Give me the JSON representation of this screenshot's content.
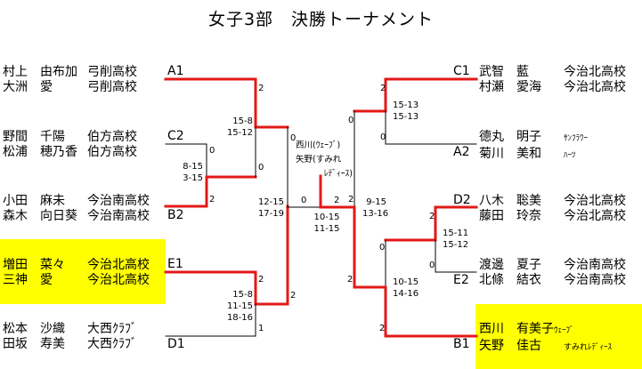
{
  "title": "女子3部　決勝トーナメント",
  "colors": {
    "winner_line": "#e31818",
    "loser_line": "#000000",
    "highlight": "#ffff00"
  },
  "left": [
    {
      "seed": "A1",
      "players": [
        {
          "family": "村上",
          "given": "由布加",
          "team": "弓削高校"
        },
        {
          "family": "大洲",
          "given": "愛",
          "team": "弓削高校"
        }
      ]
    },
    {
      "seed": "C2",
      "players": [
        {
          "family": "野間",
          "given": "千陽",
          "team": "伯方高校"
        },
        {
          "family": "松浦",
          "given": "穂乃香",
          "team": "伯方高校"
        }
      ]
    },
    {
      "seed": "B2",
      "players": [
        {
          "family": "小田",
          "given": "麻未",
          "team": "今治南高校"
        },
        {
          "family": "森木",
          "given": "向日葵",
          "team": "今治南高校"
        }
      ]
    },
    {
      "seed": "E1",
      "players": [
        {
          "family": "増田",
          "given": "菜々",
          "team": "今治北高校"
        },
        {
          "family": "三神",
          "given": "愛",
          "team": "今治北高校"
        }
      ]
    },
    {
      "seed": "D1",
      "players": [
        {
          "family": "松本",
          "given": "沙織",
          "team": "大西ｸﾗﾌﾞ"
        },
        {
          "family": "田坂",
          "given": "寿美",
          "team": "大西ｸﾗﾌﾞ"
        }
      ]
    }
  ],
  "right": [
    {
      "seed": "C1",
      "players": [
        {
          "family": "武智",
          "given": "藍",
          "team": "今治北高校"
        },
        {
          "family": "村瀬",
          "given": "愛海",
          "team": "今治北高校"
        }
      ]
    },
    {
      "seed": "A2",
      "players": [
        {
          "family": "德丸",
          "given": "明子",
          "team": "ｻﾝﾌﾗﾜｰ"
        },
        {
          "family": "菊川",
          "given": "美和",
          "team": "ﾊｰﾂ"
        }
      ]
    },
    {
      "seed": "D2",
      "players": [
        {
          "family": "八木",
          "given": "聡美",
          "team": "今治北高校"
        },
        {
          "family": "藤田",
          "given": "玲奈",
          "team": "今治北高校"
        }
      ]
    },
    {
      "seed": "E2",
      "players": [
        {
          "family": "渡邊",
          "given": "夏子",
          "team": "今治南高校"
        },
        {
          "family": "北條",
          "given": "結衣",
          "team": "今治南高校"
        }
      ]
    },
    {
      "seed": "B1",
      "players": [
        {
          "family": "西川",
          "given": "有美子",
          "team": "ｳｪｰﾌﾞ"
        },
        {
          "family": "矢野",
          "given": "佳古",
          "team": "すみれﾚﾃﾞｨｰｽ"
        }
      ]
    }
  ],
  "matches": {
    "c2_b2": {
      "top_pts": "0",
      "bottom_pts": "2",
      "scores": [
        "8-15",
        "3-15"
      ]
    },
    "a1_winner": {
      "top_pts": "2",
      "bottom_pts": "0",
      "scores": [
        "15-8",
        "15-12"
      ]
    },
    "e1_d1": {
      "top_pts": "2",
      "bottom_pts": "1",
      "scores": [
        "15-8",
        "11-15",
        "18-16"
      ]
    },
    "left_semi": {
      "top_pts": "0",
      "bottom_pts": "2",
      "scores": [
        "12-15",
        "17-19"
      ]
    },
    "c1_a2": {
      "top_pts": "2",
      "bottom_pts": "0",
      "scores": [
        "15-13",
        "15-13"
      ]
    },
    "d2_e2": {
      "top_pts": "2",
      "bottom_pts": "0",
      "scores": [
        "15-11",
        "15-12"
      ]
    },
    "right_q": {
      "top_pts": "0",
      "bottom_pts": "2",
      "scores": [
        "10-15",
        "14-16"
      ]
    },
    "right_semi": {
      "top_pts": "0",
      "bottom_pts": "2",
      "scores": [
        "9-15",
        "13-16"
      ]
    },
    "final": {
      "left_pts": "0",
      "right_pts": "2",
      "scores": [
        "10-15",
        "11-15"
      ]
    }
  },
  "champion": {
    "line1": "西川(ｳｪｰﾌﾞ)",
    "line2": "矢野(すみれ",
    "line3": "ﾚﾃﾞｨｰｽ)"
  }
}
